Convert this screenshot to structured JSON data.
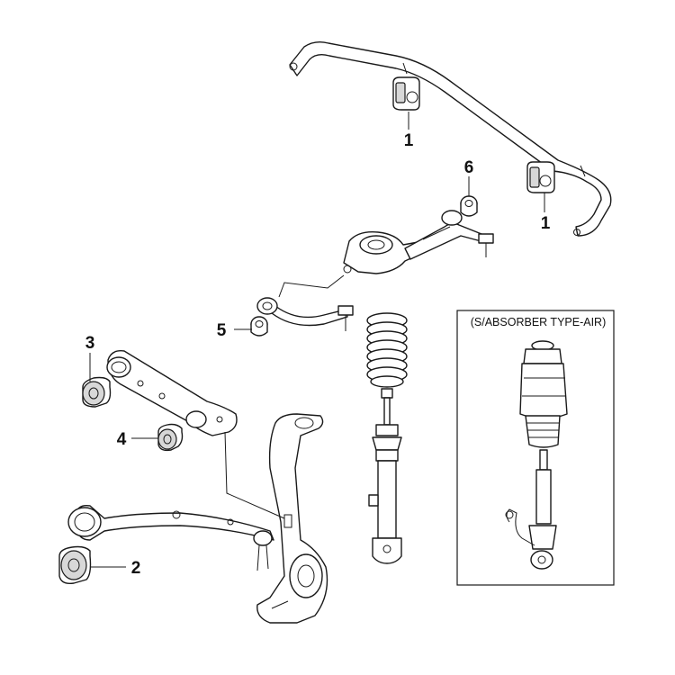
{
  "diagram": {
    "callouts": [
      "1",
      "1",
      "6",
      "5",
      "3",
      "4",
      "2"
    ],
    "inset": {
      "title": "(S/ABSORBER TYPE-AIR)"
    }
  }
}
